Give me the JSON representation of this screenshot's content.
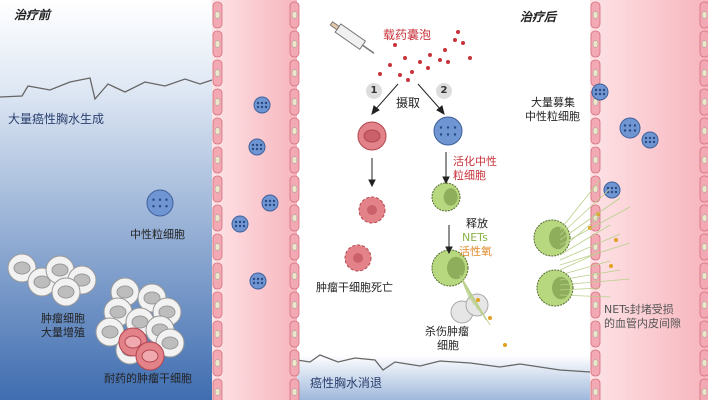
{
  "before": {
    "title": "治疗前",
    "effusion_label": "大量癌性胸水生成",
    "neutrophil_label": "中性粒细胞",
    "tumor_label": [
      "肿瘤细胞",
      "大量增殖"
    ],
    "stem_label": "耐药的肿瘤干细胞"
  },
  "middle": {
    "vesicle_label": "载药囊泡",
    "path1": "1",
    "path2": "2",
    "uptake_label": "摄取",
    "activate_label": [
      "活化中性",
      "粒细胞"
    ],
    "death_label": "肿瘤干细胞死亡",
    "release_label": "释放",
    "nets_label": "NETs",
    "ros_label": "活性氧",
    "kill_label": [
      "杀伤肿瘤",
      "细胞"
    ],
    "resolve_label": "癌性胸水消退"
  },
  "after": {
    "title": "治疗后",
    "recruit_label": [
      "大量募集",
      "中性粒细胞"
    ],
    "block_label": [
      "NETs封堵受损",
      "的血管内皮间隙"
    ]
  },
  "colors": {
    "vessel": "#f8c6cc",
    "effusion": "#5b86c2",
    "red": "#c8323a",
    "green": "#b8d880",
    "neutro": "#6f95d2"
  }
}
